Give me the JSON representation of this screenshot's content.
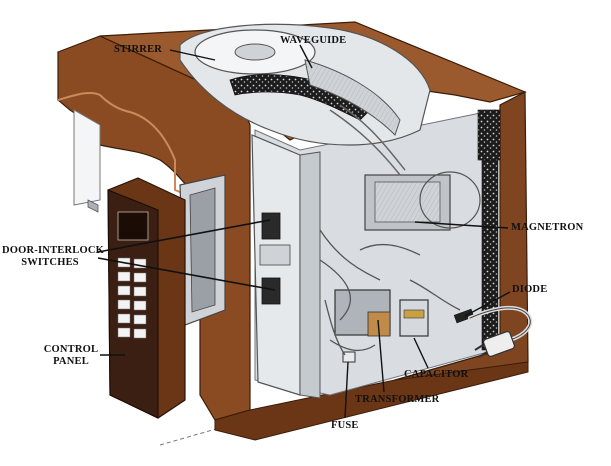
{
  "labels": {
    "stirrer": "STIRRER",
    "waveguide": "WAVEGUIDE",
    "door_interlock_line1": "DOOR-INTERLOCK",
    "door_interlock_line2": "SWITCHES",
    "magnetron": "MAGNETRON",
    "diode": "DIODE",
    "control_panel_line1": "CONTROL",
    "control_panel_line2": "PANEL",
    "capacitor": "CAPACITOR",
    "transformer": "TRANSFORMER",
    "fuse": "FUSE"
  },
  "colors": {
    "wood": "#8a4b22",
    "wood_dark": "#5e2f12",
    "metal": "#d9dde1",
    "metal_shadow": "#a7adb3",
    "panel_dark": "#3a1f12",
    "panel_button": "#f3f3f3",
    "insulation": "#1e1e1e"
  }
}
